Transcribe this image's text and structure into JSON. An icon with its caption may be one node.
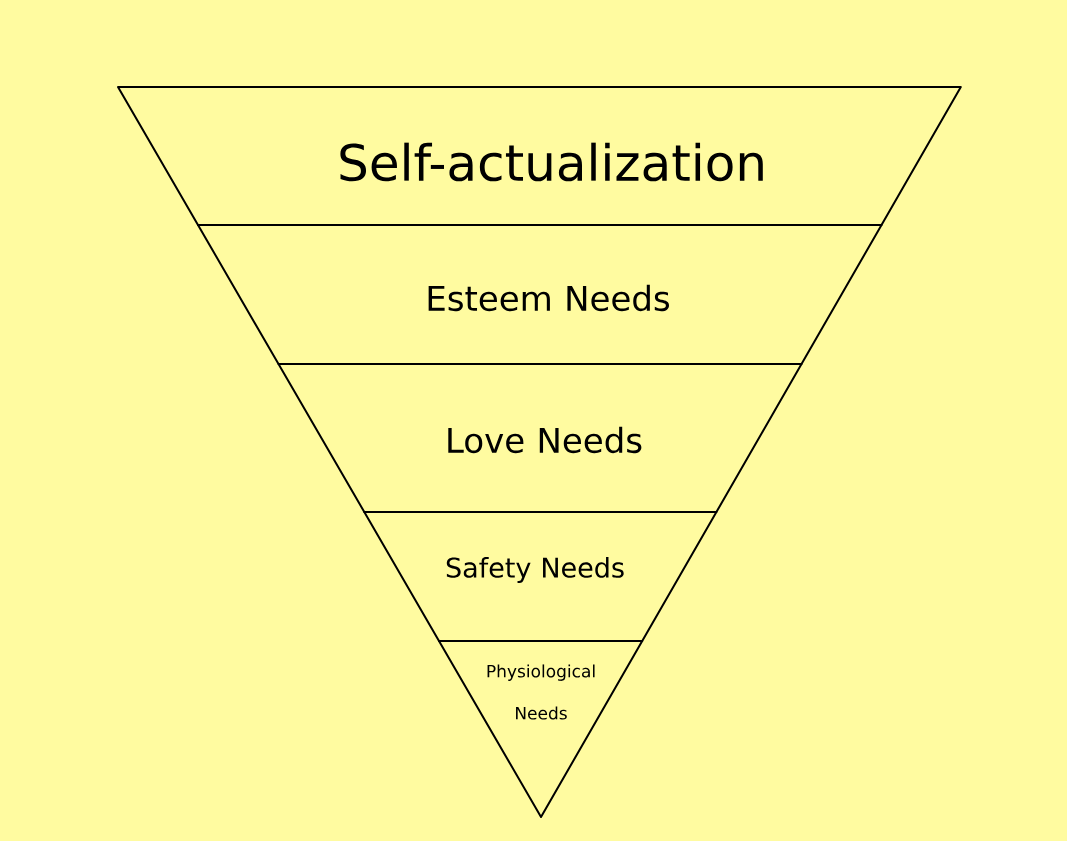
{
  "diagram": {
    "nodes": [
      {
        "text": [
          "Self-actualization"
        ]
      },
      {
        "text": [
          "Esteem Needs"
        ]
      },
      {
        "text": [
          "Love Needs"
        ]
      },
      {
        "text": [
          "Safety Needs"
        ]
      },
      {
        "text": [
          "Physiological Needs"
        ]
      }
    ]
  }
}
